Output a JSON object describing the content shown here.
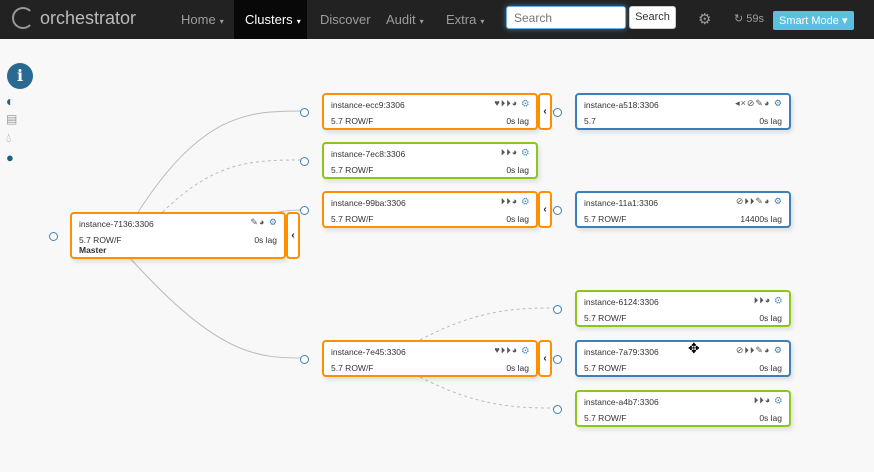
{
  "nav": {
    "brand": "orchestrator",
    "items": [
      {
        "label": "Home",
        "caret": "▾"
      },
      {
        "label": "Clusters",
        "caret": "▾"
      },
      {
        "label": "Discover"
      },
      {
        "label": "Audit",
        "caret": "▾"
      },
      {
        "label": "Extra",
        "caret": "▾"
      }
    ],
    "search_placeholder": "Search",
    "search_button": "Search",
    "refresh": "59s",
    "smart_mode": "Smart Mode ▾"
  },
  "sidebar": {
    "icons": [
      "info-icon",
      "contrast-icon",
      "columns-icon",
      "tint-icon",
      "user-icon"
    ]
  },
  "colors": {
    "master": "#ff8f00",
    "ok": "#8bc61a",
    "replica": "#3d7fb8"
  },
  "nodes": [
    {
      "name": "instance-7136:3306",
      "version": "5.7 ROW/F",
      "lag": "0s lag",
      "role": "Master",
      "icons": "✎◕"
    },
    {
      "name": "instance-ecc9:3306",
      "version": "5.7 ROW/F",
      "lag": "0s lag",
      "icons": "♥⏵⏵◕"
    },
    {
      "name": "instance-7ec8:3306",
      "version": "5.7 ROW/F",
      "lag": "0s lag",
      "icons": "⏵⏵◕"
    },
    {
      "name": "instance-99ba:3306",
      "version": "5.7 ROW/F",
      "lag": "0s lag",
      "icons": "⏵⏵◕"
    },
    {
      "name": "instance-7e45:3306",
      "version": "5.7 ROW/F",
      "lag": "0s lag",
      "icons": "♥⏵⏵◕"
    },
    {
      "name": "instance-a518:3306",
      "version": "5.7",
      "lag": "0s lag",
      "icons": "◂×⊘✎◕"
    },
    {
      "name": "instance-11a1:3306",
      "version": "5.7 ROW/F",
      "lag": "14400s lag",
      "icons": "⊘⏵⏵✎◕"
    },
    {
      "name": "instance-6124:3306",
      "version": "5.7 ROW/F",
      "lag": "0s lag",
      "icons": "⏵⏵◕"
    },
    {
      "name": "instance-7a79:3306",
      "version": "5.7 ROW/F",
      "lag": "0s lag",
      "icons": "⊘⏵⏵✎◕"
    },
    {
      "name": "instance-a4b7:3306",
      "version": "5.7 ROW/F",
      "lag": "0s lag",
      "icons": "⏵⏵◕"
    }
  ]
}
